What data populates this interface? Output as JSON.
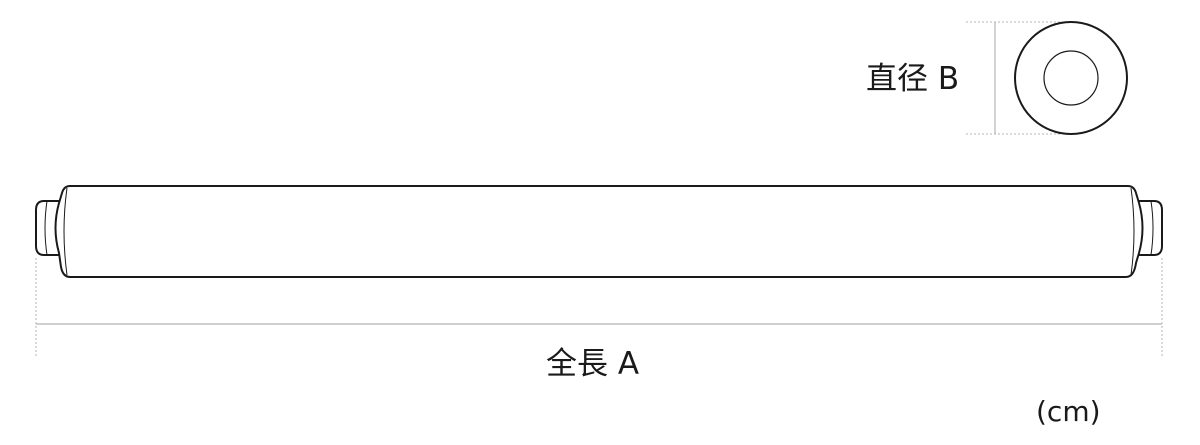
{
  "labels": {
    "diameter": "直径 B",
    "length": "全長 A",
    "unit": "(cm)"
  },
  "colors": {
    "outline": "#1a1a1a",
    "dimension_line": "#b5b5b5",
    "background": "#ffffff"
  }
}
